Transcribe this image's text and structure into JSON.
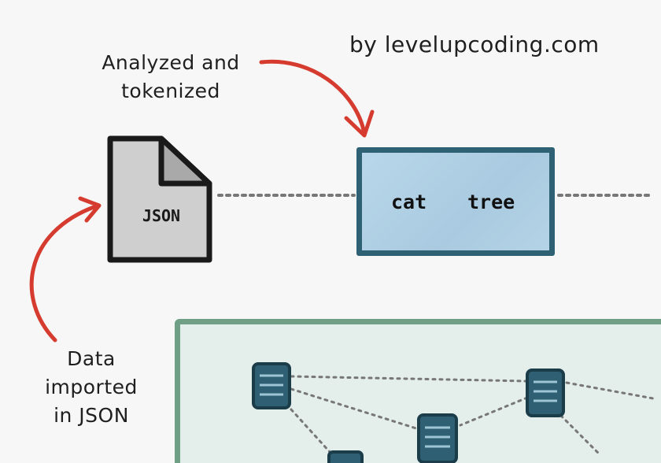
{
  "credit": "by levelupcoding.com",
  "annotations": {
    "analyzed": [
      "Analyzed and",
      "tokenized"
    ],
    "imported": [
      "Data",
      "imported",
      "in JSON"
    ]
  },
  "document": {
    "label": "JSON",
    "icon": "json-file-icon"
  },
  "tokens": [
    "cat",
    "tree"
  ],
  "cluster": {
    "nodes": [
      "server-icon",
      "server-icon",
      "server-icon",
      "server-icon"
    ]
  },
  "colors": {
    "arrow": "#d63b2f",
    "token_border": "#2e6173",
    "token_fill": "#b2d0e4",
    "cluster_border": "#6f9f84",
    "cluster_fill": "#e4eeea",
    "server": "#2f5f73",
    "dots": "#777777"
  }
}
